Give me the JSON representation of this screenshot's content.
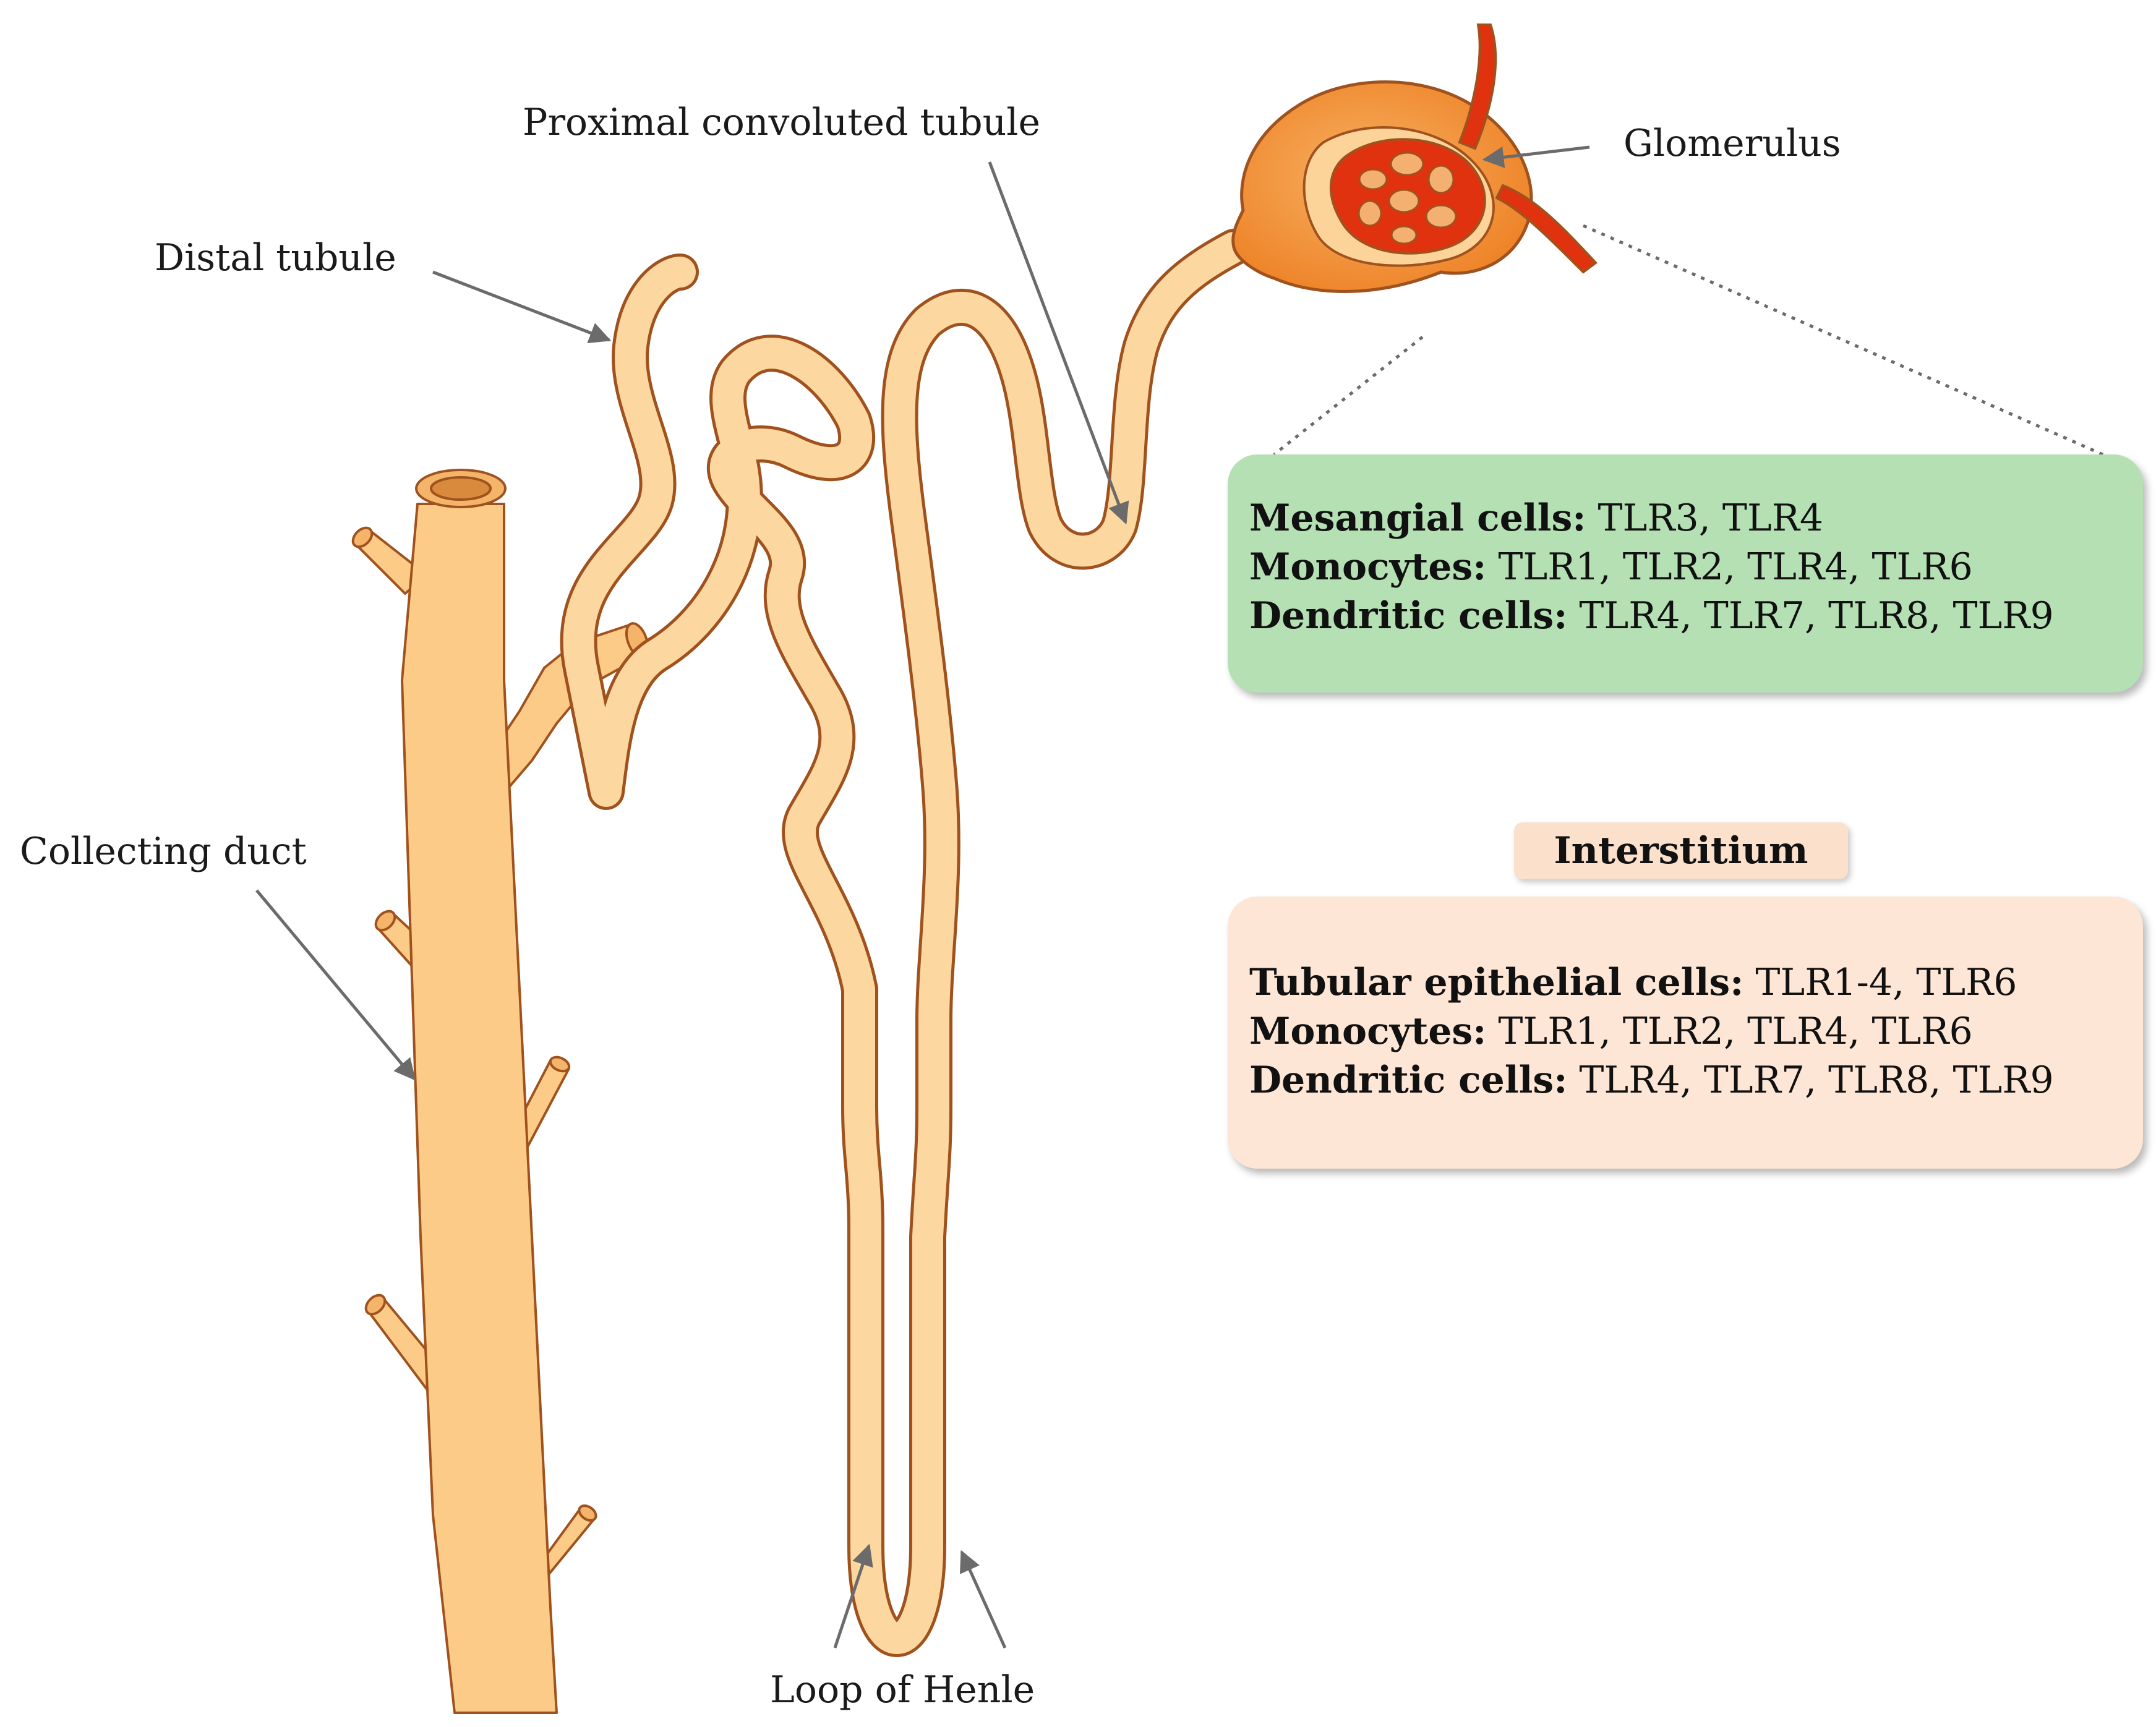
{
  "colors": {
    "tubule_fill": "#FDD7A0",
    "tubule_outline": "#A0521E",
    "duct_fill": "#FCCB87",
    "capsule_fill": "#F39A3C",
    "capillary_red": "#E0320E",
    "label_text": "#1a1a1a",
    "arrow_gray": "#6b6b6b",
    "glomerulus_box_bg": "#B5E0B4",
    "interstitium_box_bg": "#FDE6D5",
    "interstitium_title_bg": "#FBE0CC"
  },
  "labels": {
    "proximal": "Proximal convoluted tubule",
    "glomerulus": "Glomerulus",
    "distal": "Distal tubule",
    "collecting": "Collecting duct",
    "loop": "Loop of Henle"
  },
  "glomerulus_box": {
    "rows": [
      {
        "cell": "Mesangial cells:",
        "tlrs": " TLR3, TLR4"
      },
      {
        "cell": "Monocytes:",
        "tlrs": " TLR1, TLR2, TLR4, TLR6"
      },
      {
        "cell": "Dendritic cells:",
        "tlrs": " TLR4, TLR7, TLR8, TLR9"
      }
    ]
  },
  "interstitium": {
    "title": "Interstitium",
    "rows": [
      {
        "cell": "Tubular epithelial cells:",
        "tlrs": " TLR1-4, TLR6"
      },
      {
        "cell": "Monocytes:",
        "tlrs": " TLR1, TLR2, TLR4, TLR6"
      },
      {
        "cell": "Dendritic cells:",
        "tlrs": " TLR4, TLR7, TLR8, TLR9"
      }
    ]
  }
}
